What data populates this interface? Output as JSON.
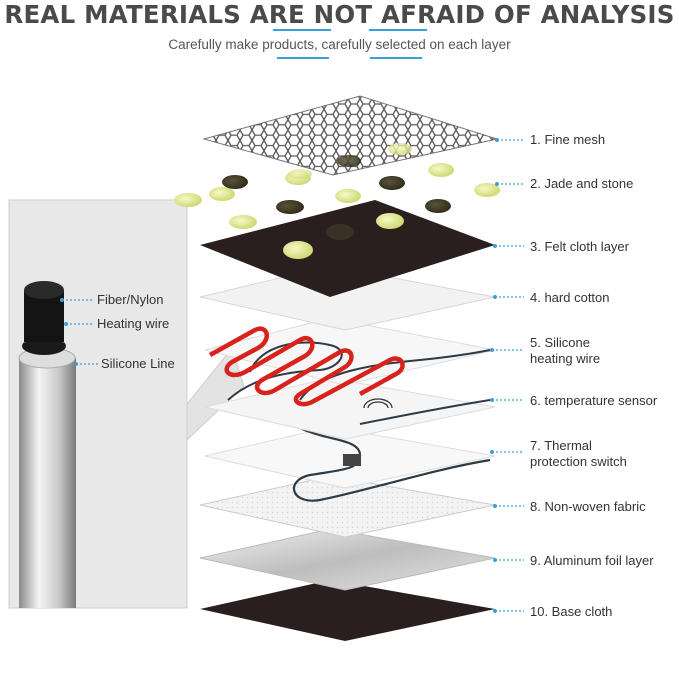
{
  "header": {
    "title": "REAL MATERIALS ARE NOT AFRAID OF ANALYSIS",
    "subtitle": "Carefully make products, carefully selected on each layer"
  },
  "layers": [
    {
      "label": "1. Fine mesh"
    },
    {
      "label": "2. Jade and stone"
    },
    {
      "label": "3. Felt cloth layer"
    },
    {
      "label": "4. hard cotton"
    },
    {
      "label": "5. Silicone",
      "label2": "heating wire"
    },
    {
      "label": "6. temperature sensor"
    },
    {
      "label": "7. Thermal",
      "label2": "protection switch"
    },
    {
      "label": "8. Non-woven fabric"
    },
    {
      "label": "9. Aluminum foil layer"
    },
    {
      "label": "10. Base cloth"
    }
  ],
  "cable_callouts": [
    "Fiber/Nylon",
    "Heating wire",
    "Silicone Line"
  ],
  "colors": {
    "accent": "#3aa0d8",
    "felt": "#2a1f1e",
    "heating_wire": "#d8231c",
    "jade": "#e9ef9a",
    "stone": "#3b3526"
  }
}
